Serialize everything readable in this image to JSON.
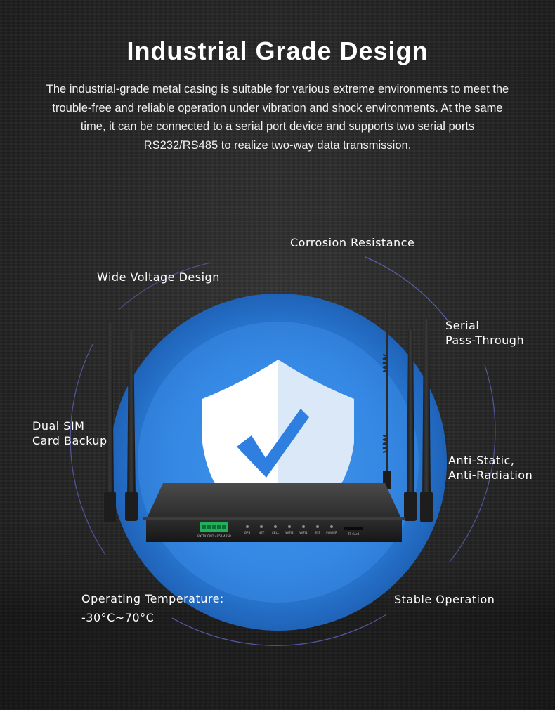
{
  "title": "Industrial Grade Design",
  "description": "The industrial-grade metal casing is suitable for various extreme environments to meet the trouble-free and reliable operation under vibration and shock environments. At the same time, it can be connected to a serial port device and supports two serial ports RS232/RS485 to realize two-way data transmission.",
  "features": {
    "corrosion": "Corrosion Resistance",
    "wide_voltage": "Wide Voltage Design",
    "serial_line1": "Serial",
    "serial_line2": "Pass-Through",
    "dual_sim_line1": "Dual SIM",
    "dual_sim_line2": "Card Backup",
    "anti_static_line1": "Anti-Static,",
    "anti_static_line2": "Anti-Radiation",
    "temp_line1": "Operating Temperature:",
    "temp_line2": "-30°C~70°C",
    "stable": "Stable Operation"
  },
  "device": {
    "indicators": [
      "GPS",
      "NET",
      "CELL",
      "WIFI2",
      "WIFI1",
      "SYS",
      "POWER"
    ],
    "terminal_label": "RX TX GND 485A 485B",
    "slot_label": "TF Card"
  },
  "colors": {
    "accent_blue": "#2f83e0",
    "ring": "#5b5fc4"
  },
  "icons": [
    "shield-check-icon"
  ]
}
